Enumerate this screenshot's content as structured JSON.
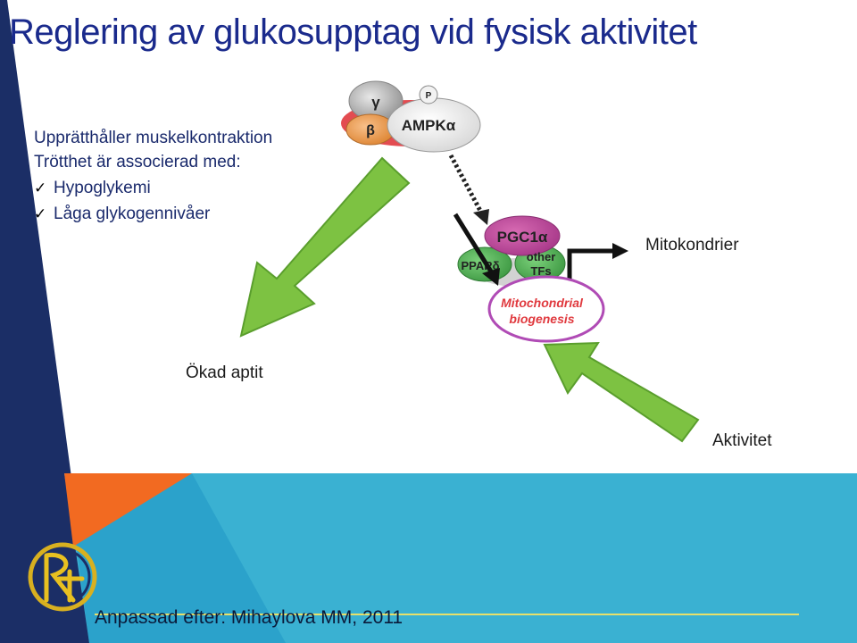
{
  "title": "Reglering av glukosupptag  vid fysisk aktivitet",
  "bullets": {
    "line1": "Upprätthåller muskelkontraktion",
    "line2": "Trötthet är associerad med:",
    "items": [
      "Hypoglykemi",
      "Låga glykogennivåer"
    ]
  },
  "diagram": {
    "gamma": "γ",
    "beta": "β",
    "p": "P",
    "ampk": "AMPKα",
    "pgc1": "PGC1α",
    "ppar": "PPARδ",
    "other_line1": "other",
    "other_line2": "TFs",
    "mito_line1": "Mitochondrial",
    "mito_line2": "biogenesis"
  },
  "labels": {
    "mitokondrier": "Mitokondrier",
    "okad_aptit": "Ökad aptit",
    "aktivitet": "Aktivitet"
  },
  "credit": "Anpassad efter: Mihaylova MM, 2011",
  "colors": {
    "title": "#1a2a8c",
    "arrow_green": "#7dc242",
    "navy": "#1b2e66",
    "orange": "#f26a21",
    "teal": "#3ab1d2",
    "pgc_magenta": "#c0509a",
    "ppar_green": "#59b25a",
    "mito_ring": "#b04bb5",
    "ampk_red": "#e0393e"
  },
  "icons": {
    "check": "checkmark-icon",
    "logo": "club-emblem-logo"
  }
}
